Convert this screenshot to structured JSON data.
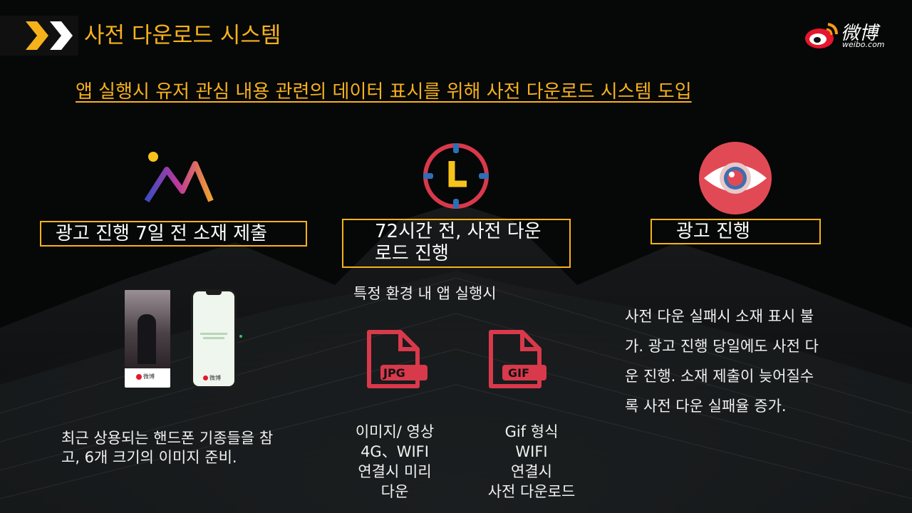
{
  "header": {
    "title": "사전 다운로드 시스템",
    "brand_text": "微博",
    "brand_url_text": "weibo.com"
  },
  "subtitle": "앱 실행시 유저 관심 내용 관련의 데이터 표시를 위해 사전 다운로드 시스템 도입",
  "steps": [
    {
      "label": "광고 진행 7일 전 소재 제출",
      "icon": "mountain-icon"
    },
    {
      "label_line1": "72시간 전, 사전 다운",
      "label_line2": "로드 진행",
      "icon": "clock-icon"
    },
    {
      "label": "광고 진행",
      "icon": "eye-icon"
    }
  ],
  "condition_text": "특정 환경 내 앱 실행시",
  "left_note": {
    "line1": "최근 상용되는 핸드폰 기종들을 참",
    "line2": "고, 6개 크기의 이미지 준비."
  },
  "files": [
    {
      "icon": "jpg-file-icon",
      "lines": [
        "이미지/ 영상",
        "4G、WIFI",
        "연결시 미리",
        "다운"
      ]
    },
    {
      "icon": "gif-file-icon",
      "lines": [
        "Gif 형식",
        "WIFI",
        "연결시",
        "사전 다운로드"
      ]
    }
  ],
  "right_note": {
    "lines": [
      "사전 다운 실패시 소재 표시 불",
      "가. 광고 진행 당일에도 사전 다",
      "운 진행. 소재 제출이 늦어질수",
      "록 사전 다운 실패율 증가."
    ]
  },
  "phones": [
    {
      "caption": "微博"
    },
    {
      "caption": "微博"
    }
  ],
  "colors": {
    "accent": "#f6b21b",
    "file_red": "#d8394b",
    "clock_red": "#d8394b",
    "clock_blue": "#2b6fb8"
  }
}
